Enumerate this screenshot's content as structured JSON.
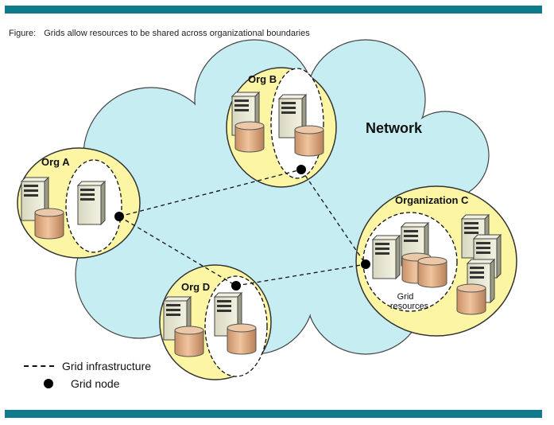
{
  "caption": {
    "label": "Figure:",
    "text": "Grids allow resources to be shared across organizational boundaries"
  },
  "network_label": "Network",
  "orgs": {
    "a": {
      "label": "Org A"
    },
    "b": {
      "label": "Org B"
    },
    "c": {
      "label": "Organization C",
      "inner_label_line1": "Grid",
      "inner_label_line2": "resources"
    },
    "d": {
      "label": "Org D"
    }
  },
  "legend": {
    "infrastructure": "Grid infrastructure",
    "node": "Grid node"
  },
  "colors": {
    "accent_bar": "#0e7a8c",
    "cloud_fill": "#c6eef2",
    "org_fill": "#fbf5a4",
    "server_body": "#dcdcc4",
    "cylinder_fill": "#e0ad85"
  }
}
